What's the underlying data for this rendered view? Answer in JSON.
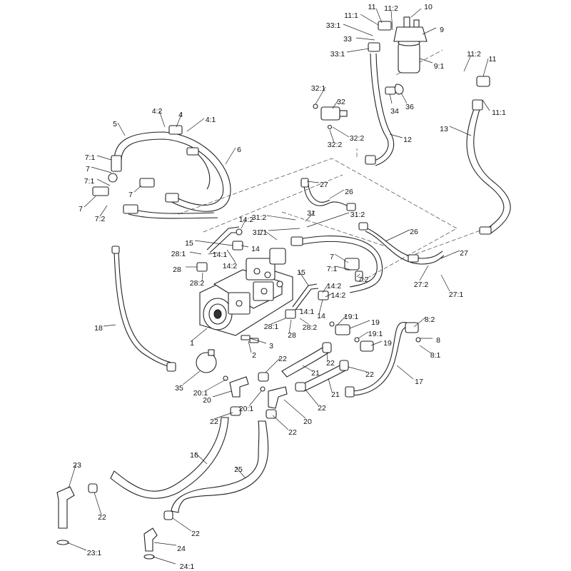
{
  "diagram": {
    "labels": [
      {
        "text": "11"
      },
      {
        "text": "11:2"
      },
      {
        "text": "10"
      },
      {
        "text": "11:1"
      },
      {
        "text": "33:1"
      },
      {
        "text": "9"
      },
      {
        "text": "33"
      },
      {
        "text": "33:1"
      },
      {
        "text": "9:1"
      },
      {
        "text": "11:2"
      },
      {
        "text": "11"
      },
      {
        "text": "32:1"
      },
      {
        "text": "32"
      },
      {
        "text": "34"
      },
      {
        "text": "36"
      },
      {
        "text": "11:1"
      },
      {
        "text": "4:2"
      },
      {
        "text": "4"
      },
      {
        "text": "4:1"
      },
      {
        "text": "5"
      },
      {
        "text": "32:2"
      },
      {
        "text": "13"
      },
      {
        "text": "12"
      },
      {
        "text": "32:2"
      },
      {
        "text": "6"
      },
      {
        "text": "7:1"
      },
      {
        "text": "7"
      },
      {
        "text": "27"
      },
      {
        "text": "7:1"
      },
      {
        "text": "7"
      },
      {
        "text": "26"
      },
      {
        "text": "7"
      },
      {
        "text": "7:2"
      },
      {
        "text": "14:2"
      },
      {
        "text": "31:2"
      },
      {
        "text": "31"
      },
      {
        "text": "31:2"
      },
      {
        "text": "31:1"
      },
      {
        "text": "26"
      },
      {
        "text": "15"
      },
      {
        "text": "7"
      },
      {
        "text": "14"
      },
      {
        "text": "28:1"
      },
      {
        "text": "14:1"
      },
      {
        "text": "27"
      },
      {
        "text": "14:2"
      },
      {
        "text": "7"
      },
      {
        "text": "28"
      },
      {
        "text": "7:1"
      },
      {
        "text": "27:2"
      },
      {
        "text": "7:2"
      },
      {
        "text": "28:2"
      },
      {
        "text": "15"
      },
      {
        "text": "27:1"
      },
      {
        "text": "14:2"
      },
      {
        "text": "14:2"
      },
      {
        "text": "14:1"
      },
      {
        "text": "14"
      },
      {
        "text": "19:1"
      },
      {
        "text": "8:2"
      },
      {
        "text": "28:1"
      },
      {
        "text": "28"
      },
      {
        "text": "28:2"
      },
      {
        "text": "19"
      },
      {
        "text": "18"
      },
      {
        "text": "19:1"
      },
      {
        "text": "8"
      },
      {
        "text": "1"
      },
      {
        "text": "3"
      },
      {
        "text": "19"
      },
      {
        "text": "8:1"
      },
      {
        "text": "2"
      },
      {
        "text": "22"
      },
      {
        "text": "22"
      },
      {
        "text": "17"
      },
      {
        "text": "21"
      },
      {
        "text": "22"
      },
      {
        "text": "35"
      },
      {
        "text": "20:1"
      },
      {
        "text": "21"
      },
      {
        "text": "20"
      },
      {
        "text": "22"
      },
      {
        "text": "20:1"
      },
      {
        "text": "22"
      },
      {
        "text": "20"
      },
      {
        "text": "22"
      },
      {
        "text": "16"
      },
      {
        "text": "23"
      },
      {
        "text": "25"
      },
      {
        "text": "22"
      },
      {
        "text": "22"
      },
      {
        "text": "24"
      },
      {
        "text": "23:1"
      },
      {
        "text": "24:1"
      }
    ]
  }
}
